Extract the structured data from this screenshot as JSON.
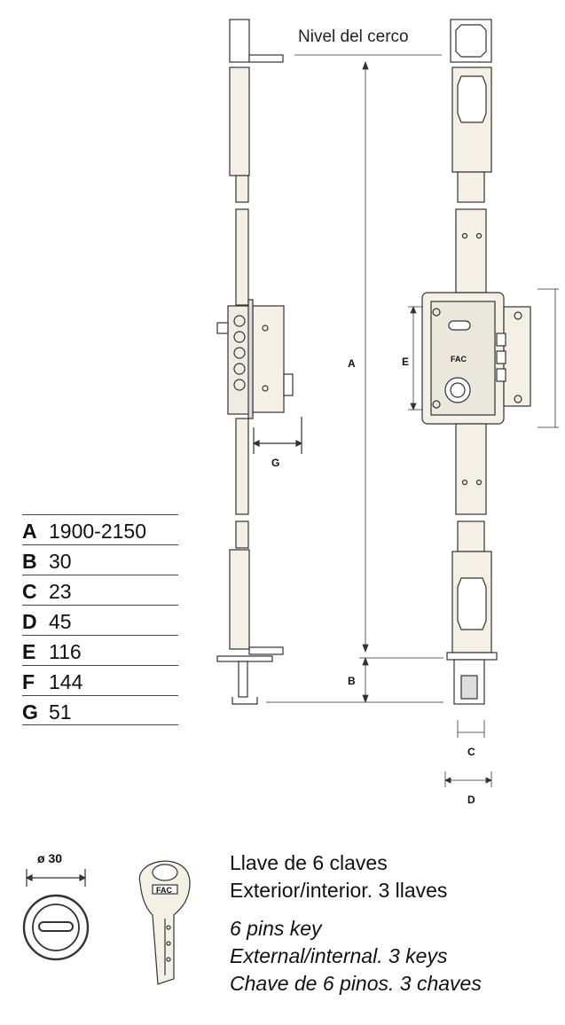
{
  "diagram": {
    "level_label": "Nivel del cerco",
    "labels": {
      "A": "A",
      "B": "B",
      "C": "C",
      "D": "D",
      "E": "E",
      "G": "G"
    },
    "key_brand": "FAC",
    "cylinder_label": "ø 30"
  },
  "dimensions": [
    {
      "key": "A",
      "value": "1900-2150"
    },
    {
      "key": "B",
      "value": "30"
    },
    {
      "key": "C",
      "value": "23"
    },
    {
      "key": "D",
      "value": "45"
    },
    {
      "key": "E",
      "value": "116"
    },
    {
      "key": "F",
      "value": "144"
    },
    {
      "key": "G",
      "value": "51"
    }
  ],
  "description": {
    "line1": "Llave de 6 claves",
    "line2": "Exterior/interior. 3 llaves",
    "line3": "6 pins key",
    "line4": "External/internal. 3 keys",
    "line5": "Chave de 6 pinos. 3 chaves"
  }
}
